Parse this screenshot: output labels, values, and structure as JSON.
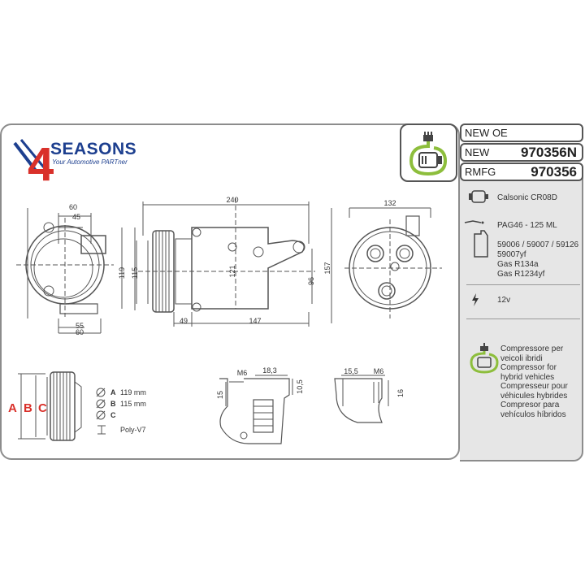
{
  "brand": {
    "digit": "4",
    "name": "SEASONS",
    "tagline": "Your Automotive PARTner"
  },
  "codes": {
    "new_oe_label": "NEW OE",
    "new_label": "NEW",
    "new_value": "970356N",
    "rmfg_label": "RMFG",
    "rmfg_value": "970356"
  },
  "specs": {
    "compressor": "Calsonic CR08D",
    "oil": "PAG46 - 125 ML",
    "oil_refs": [
      "59006 / 59007 / 59126",
      "59007yf",
      "Gas R134a",
      "Gas R1234yf"
    ],
    "voltage": "12v",
    "hybrid_note": [
      "Compressore per",
      "veicoli ibridi",
      "Compressor for",
      "hybrid vehicles",
      "Compresseur pour",
      "véhicules hybrides",
      "Compresor para",
      "vehículos híbridos"
    ]
  },
  "dimensions": {
    "side": {
      "top1": "60",
      "top2": "45",
      "h1": "119",
      "h2": "115",
      "b1": "55",
      "b2": "60"
    },
    "front": {
      "width": "240",
      "h121": "121",
      "h96": "96",
      "w49": "49",
      "w147": "147"
    },
    "rear": {
      "width": "132",
      "height": "157"
    },
    "port1": {
      "thread": "M6",
      "w": "18,3",
      "h15": "15",
      "h10": "10,5"
    },
    "port2": {
      "w": "15,5",
      "thread": "M6",
      "h16": "16"
    }
  },
  "pulley": {
    "letters": [
      "A",
      "B",
      "C"
    ],
    "a_value": "119 mm",
    "b_value": "115 mm",
    "c_value": "",
    "belt": "Poly-V7"
  },
  "colors": {
    "brand_blue": "#1d3f8f",
    "brand_red": "#d9302a",
    "hybrid_green": "#8dbe3c",
    "frame_gray": "#8c8c8c"
  }
}
